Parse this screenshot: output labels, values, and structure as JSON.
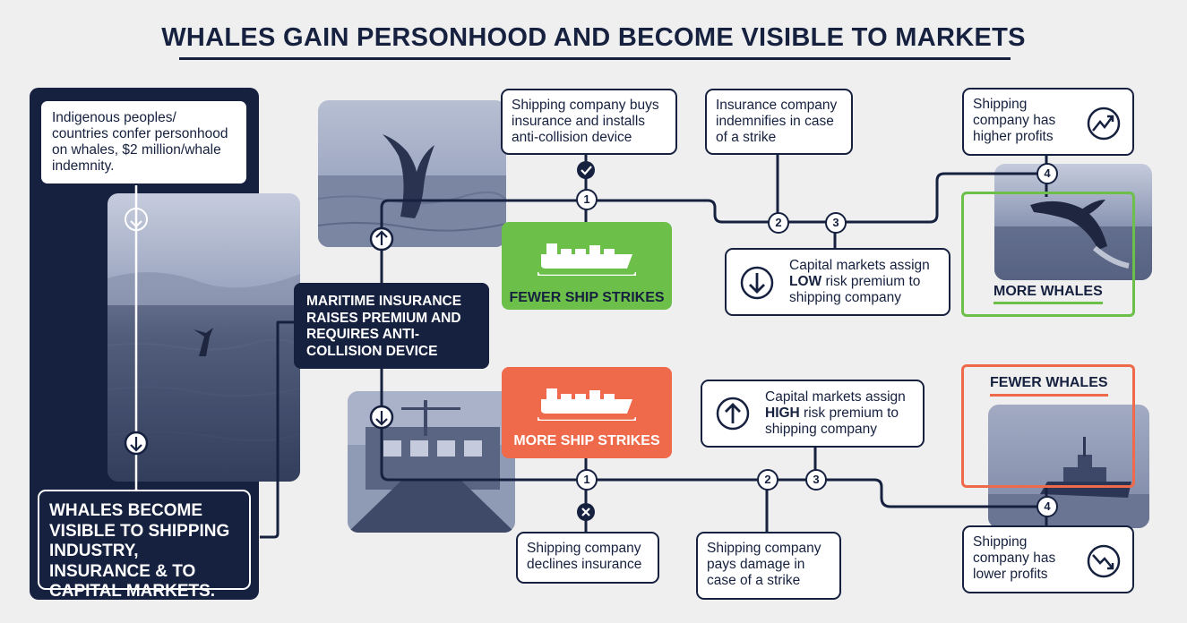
{
  "title": "WHALES GAIN PERSONHOOD AND BECOME VISIBLE TO MARKETS",
  "left_panel": {
    "top_text": "Indigenous peoples/ countries confer personhood on whales, $2 million/whale indemnity.",
    "bottom_text": "WHALES BECOME VISIBLE TO SHIPPING INDUSTRY, INSURANCE & TO CAPITAL MARKETS."
  },
  "center_label": "MARITIME INSURANCE RAISES PREMIUM AND REQUIRES ANTI-COLLISION DEVICE",
  "top_path": {
    "fewer_strikes_label": "FEWER SHIP STRIKES",
    "step1_text": "Shipping company buys insurance and installs anti-collision device",
    "step2_text": "Insurance company indemnifies in case of a strike",
    "step3_text_pre": "Capital markets assign ",
    "step3_text_bold": "LOW",
    "step3_text_post": " risk premium to shipping company",
    "step4_text": "Shipping company has higher profits",
    "outcome_label": "MORE WHALES",
    "outcome_color": "#6cc04a"
  },
  "bottom_path": {
    "more_strikes_label": "MORE SHIP STRIKES",
    "step1_text": "Shipping company declines insurance",
    "step2_text": "Shipping company pays damage in case of a strike",
    "step3_text_pre": "Capital markets assign ",
    "step3_text_bold": "HIGH",
    "step3_text_post": " risk premium to shipping company",
    "step4_text": "Shipping company has lower profits",
    "outcome_label": "FEWER WHALES",
    "outcome_color": "#ef6a4a"
  },
  "markers": {
    "n1": "1",
    "n2": "2",
    "n3": "3",
    "n4": "4"
  },
  "icons": [
    "down-arrow-icon",
    "up-arrow-icon",
    "check-icon",
    "cross-icon",
    "cargo-ship-icon",
    "trend-up-icon",
    "trend-down-icon"
  ],
  "colors": {
    "navy": "#16213f",
    "green": "#6cc04a",
    "orange": "#ef6a4a",
    "background": "#efeff0"
  }
}
